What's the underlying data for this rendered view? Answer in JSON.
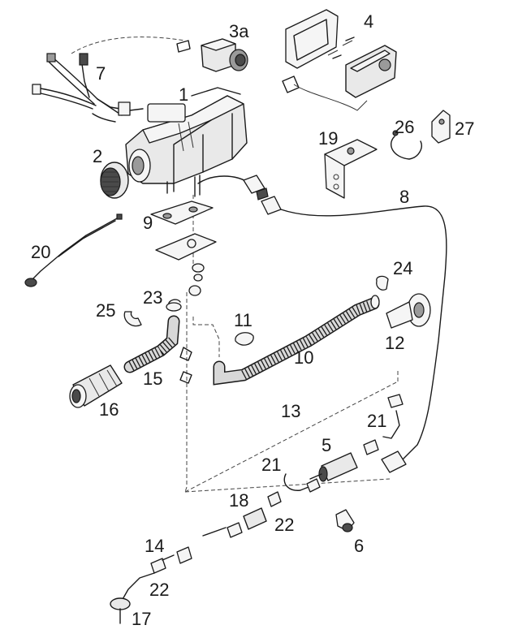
{
  "labels": {
    "p1": "1",
    "p2": "2",
    "p3a": "3a",
    "p4": "4",
    "p5": "5",
    "p6": "6",
    "p7": "7",
    "p8": "8",
    "p9": "9",
    "p10": "10",
    "p11": "11",
    "p12": "12",
    "p13": "13",
    "p14": "14",
    "p15": "15",
    "p16": "16",
    "p17": "17",
    "p18": "18",
    "p19": "19",
    "p20": "20",
    "p21a": "21",
    "p21b": "21",
    "p22a": "22",
    "p22b": "22",
    "p23": "23",
    "p24": "24",
    "p25": "25",
    "p26": "26",
    "p27": "27"
  },
  "colors": {
    "line": "#1a1a1a",
    "fill": "#e9e9e9",
    "background": "#ffffff"
  }
}
